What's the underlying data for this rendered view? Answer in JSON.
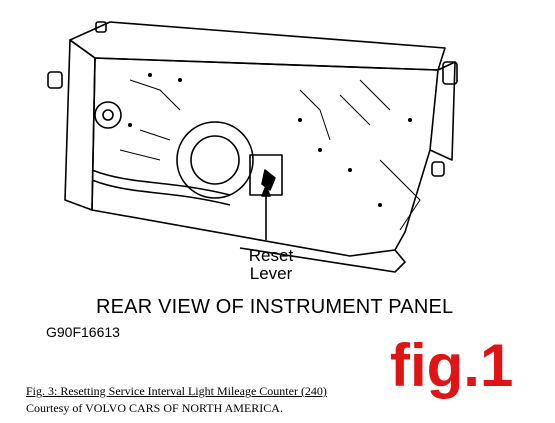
{
  "diagram": {
    "callout_label": "Reset Lever",
    "view_title": "REAR VIEW OF INSTRUMENT PANEL",
    "drawing_code": "G90F16613"
  },
  "figure_tag": {
    "text": "fig.1",
    "color": "#e01414"
  },
  "caption": {
    "title": "Fig. 3: Resetting Service Interval Light Mileage Counter (240)",
    "credit": "Courtesy of VOLVO CARS OF NORTH AMERICA."
  }
}
